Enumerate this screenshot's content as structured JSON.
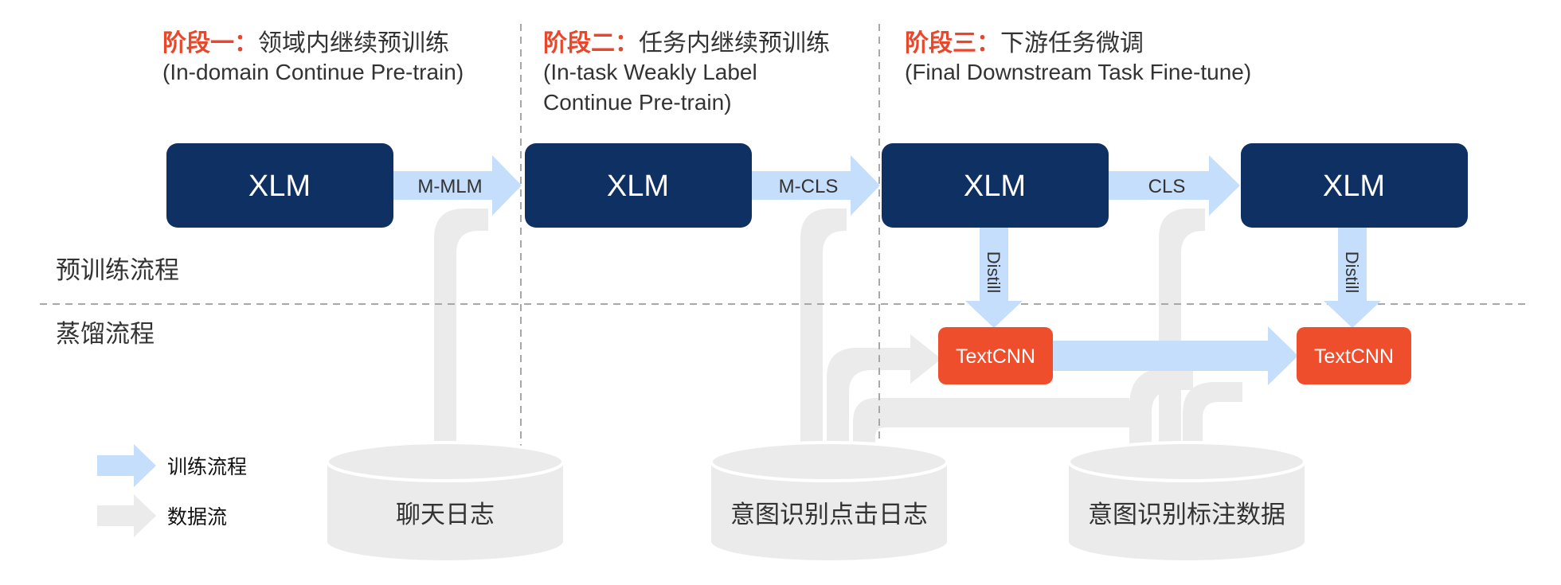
{
  "stages": [
    {
      "prefix": "阶段一：",
      "title": "领域内继续预训练",
      "subtitle_lines": [
        "(In-domain Continue Pre-train)"
      ]
    },
    {
      "prefix": "阶段二：",
      "title": "任务内继续预训练",
      "subtitle_lines": [
        "(In-task Weakly Label",
        "Continue Pre-train)"
      ]
    },
    {
      "prefix": "阶段三：",
      "title": "下游任务微调",
      "subtitle_lines": [
        "(Final Downstream Task Fine-tune)"
      ]
    }
  ],
  "rows": {
    "pretrain": "预训练流程",
    "distill": "蒸馏流程"
  },
  "models": [
    "XLM",
    "XLM",
    "XLM",
    "XLM"
  ],
  "model_arrows": [
    "M-MLM",
    "M-CLS",
    "CLS"
  ],
  "distill_label": "Distill",
  "students": [
    "TextCNN",
    "TextCNN"
  ],
  "datasources": [
    "聊天日志",
    "意图识别点击日志",
    "意图识别标注数据"
  ],
  "legend": {
    "train": "训练流程",
    "data": "数据流"
  },
  "colors": {
    "accent": "#e8472c",
    "model": "#0f3063",
    "student": "#ef4e2c",
    "train_arrow": "#c5defc",
    "data_arrow": "#ebebeb",
    "text": "#333333",
    "divider": "#a8a8a8"
  }
}
